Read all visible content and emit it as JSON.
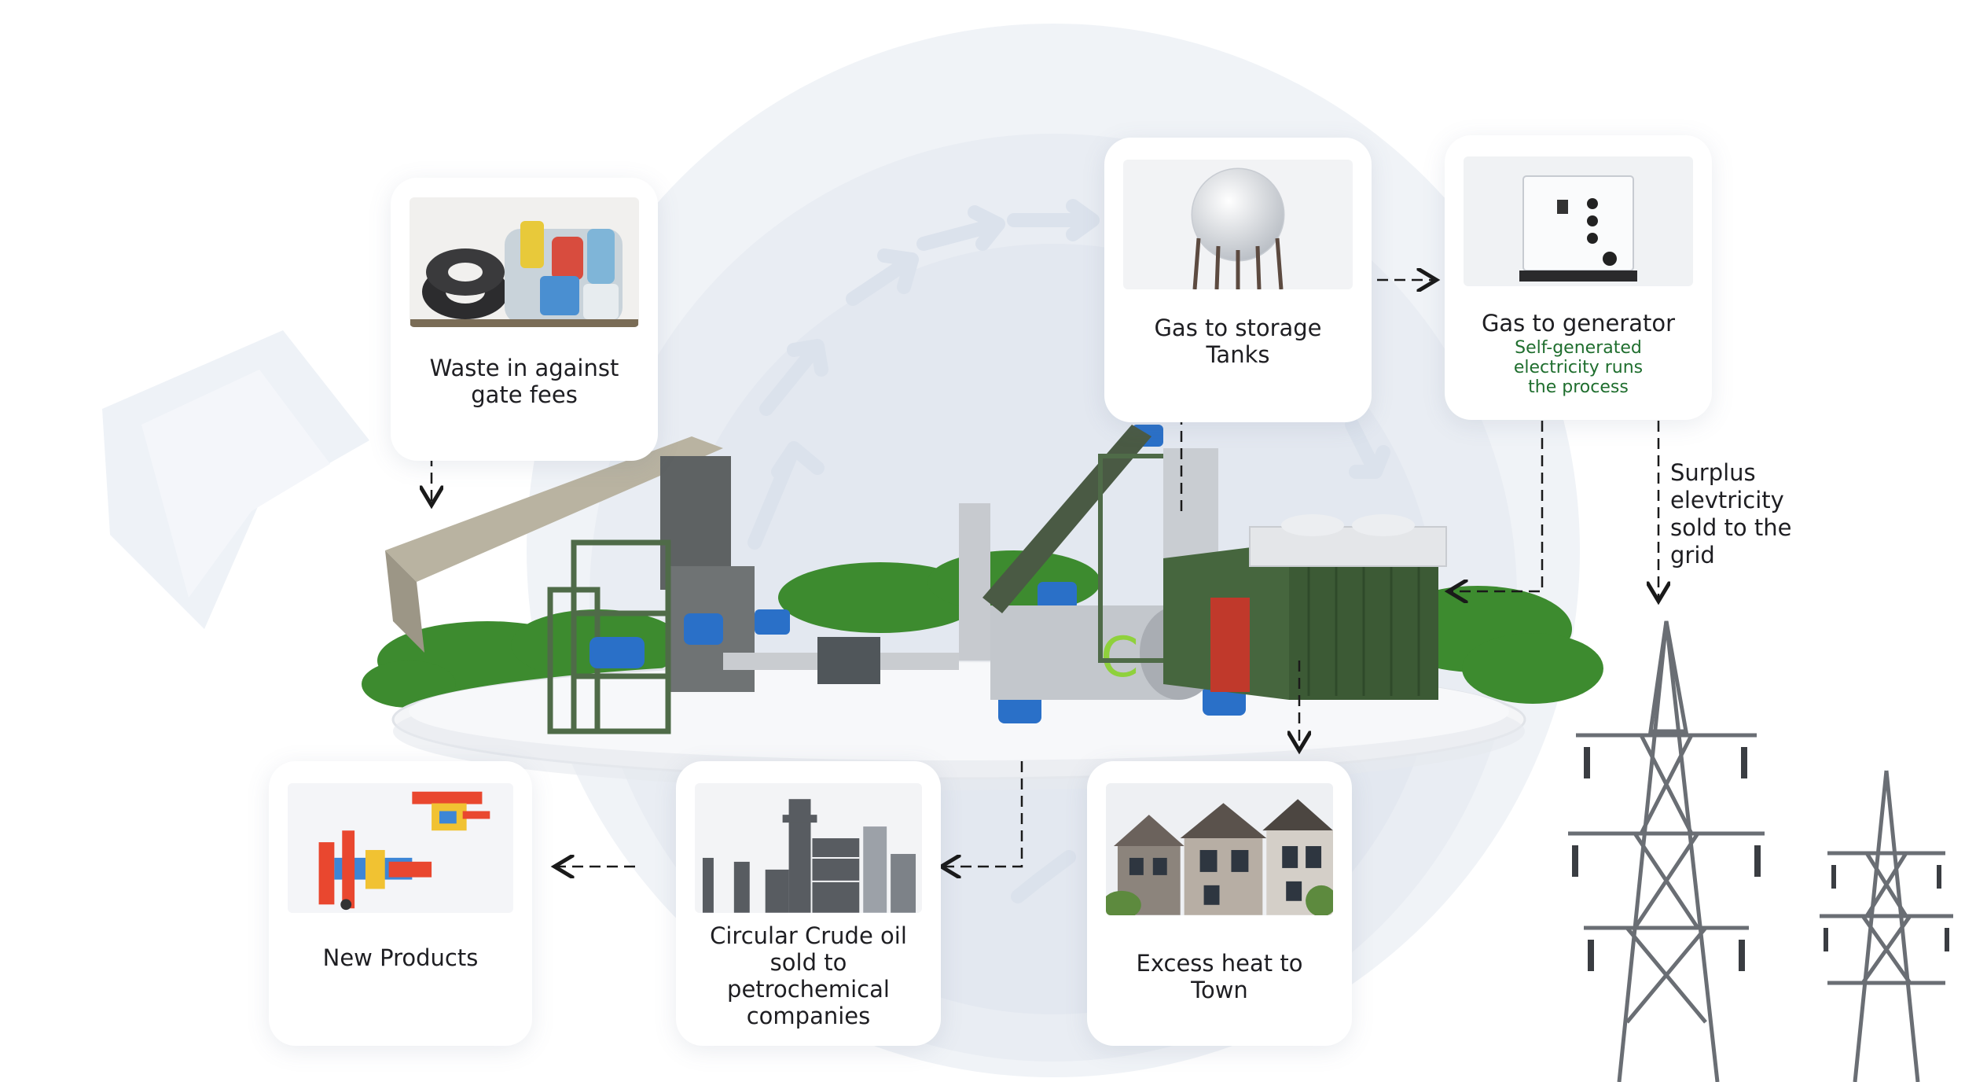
{
  "colors": {
    "background": "#ffffff",
    "backdrop_circle": "#eef1f6",
    "flow_arrow": "#dde4ee",
    "connector": "#1a1a1a",
    "subtitle_green": "#1f6e2e",
    "platform": "#f3f4f6",
    "container_green": "#3f5f37",
    "foliage": "#3d8b2f"
  },
  "cards": {
    "waste": {
      "label": "Waste in against gate fees",
      "image": "tyres-and-plastic-waste-photo"
    },
    "storage": {
      "label": "Gas to storage Tanks",
      "image": "spherical-gas-tank-photo"
    },
    "generator": {
      "label": "Gas to generator",
      "subtitle": "Self-generated electricity runs the process",
      "image": "generator-unit-photo"
    },
    "products": {
      "label": "New Products",
      "image": "toy-plane-and-helicopter-photo"
    },
    "crude": {
      "label": "Circular Crude oil sold to petrochemical companies",
      "image": "refinery-photo"
    },
    "heat": {
      "label": "Excess heat to Town",
      "image": "townhouses-photo"
    }
  },
  "grid_note": "Surplus elevtricity sold to the grid",
  "central_illustration": "pyrolysis-plant-illustration",
  "towers": "transmission-towers-illustration"
}
